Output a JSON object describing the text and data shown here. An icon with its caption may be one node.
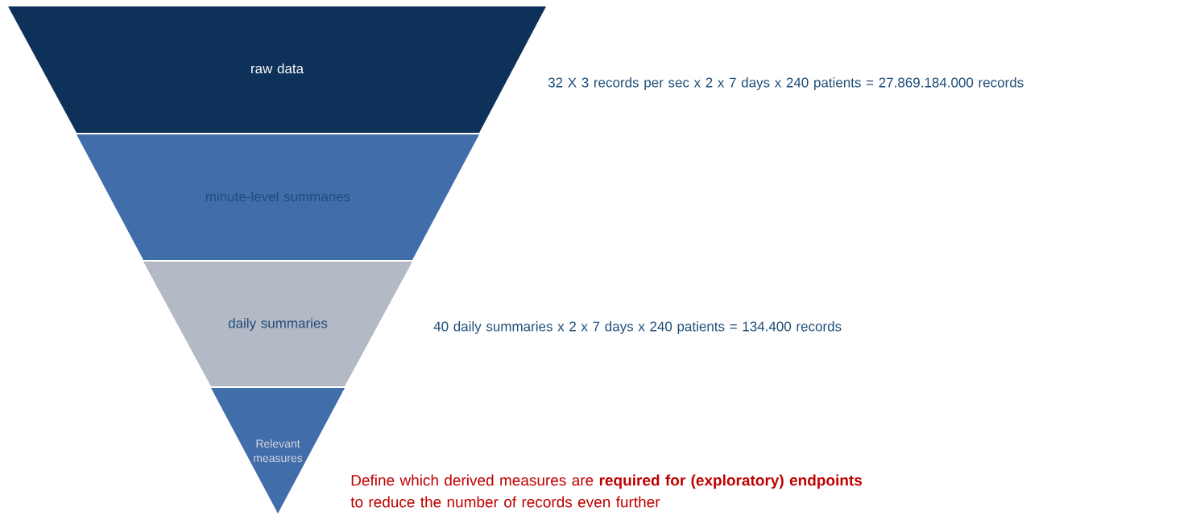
{
  "diagram": {
    "nodes": [
      {
        "text": [
          "raw data"
        ],
        "beside": [
          "32 X 3 records per sec x 2 x 7 days x 240 patients = 27.869.184.000 records"
        ]
      },
      {
        "text": [
          "minute-level  summaries"
        ]
      },
      {
        "text": [
          "daily summaries"
        ],
        "beside": [
          "40 daily summaries x 2 x 7 days x 240 patients = 134.400 records"
        ]
      },
      {
        "text": [
          "Relevant measures"
        ],
        "beside": [
          "Define which derived measures are **required for (exploratory) endpoints** to reduce the number of records even further"
        ]
      }
    ]
  }
}
